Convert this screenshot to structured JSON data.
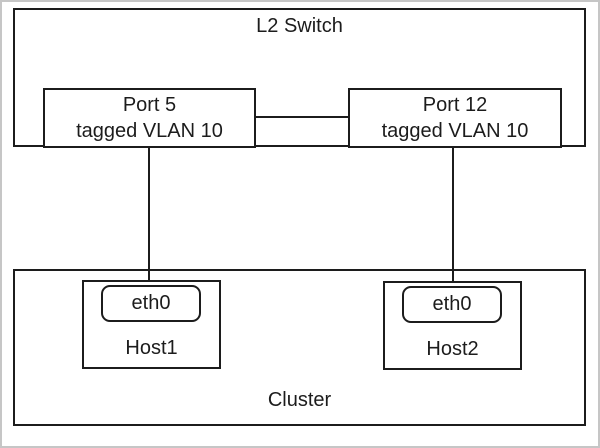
{
  "switch": {
    "label": "L2 Switch",
    "ports": [
      {
        "name": "Port 5",
        "vlan": "tagged VLAN 10"
      },
      {
        "name": "Port 12",
        "vlan": "tagged VLAN 10"
      }
    ]
  },
  "cluster": {
    "label": "Cluster",
    "hosts": [
      {
        "name": "Host1",
        "interface": "eth0"
      },
      {
        "name": "Host2",
        "interface": "eth0"
      }
    ]
  },
  "links": [
    {
      "from": "Port 5",
      "to": "Port 12",
      "type": "horizontal"
    },
    {
      "from": "Port 5",
      "to": "Host1 eth0",
      "type": "vertical"
    },
    {
      "from": "Port 12",
      "to": "Host2 eth0",
      "type": "vertical"
    }
  ],
  "colors": {
    "line": "#1c1c1c",
    "frame": "#c6c6c6",
    "background": "#ffffff"
  }
}
